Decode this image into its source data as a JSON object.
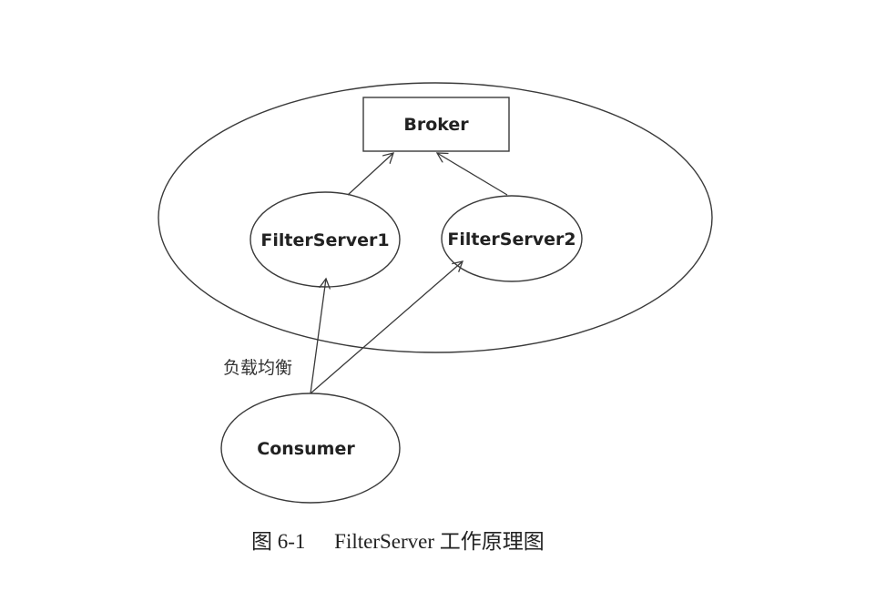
{
  "nodes": {
    "broker": {
      "label": "Broker"
    },
    "filter_server_1": {
      "label": "FilterServer1"
    },
    "filter_server_2": {
      "label": "FilterServer2"
    },
    "consumer": {
      "label": "Consumer"
    }
  },
  "edges": [
    {
      "from": "filter_server_1",
      "to": "broker"
    },
    {
      "from": "filter_server_2",
      "to": "broker"
    },
    {
      "from": "consumer",
      "to": "filter_server_1"
    },
    {
      "from": "consumer",
      "to": "filter_server_2"
    }
  ],
  "annotations": {
    "load_balance": "负载均衡"
  },
  "caption": {
    "number": "图 6-1",
    "text": "FilterServer 工作原理图"
  }
}
